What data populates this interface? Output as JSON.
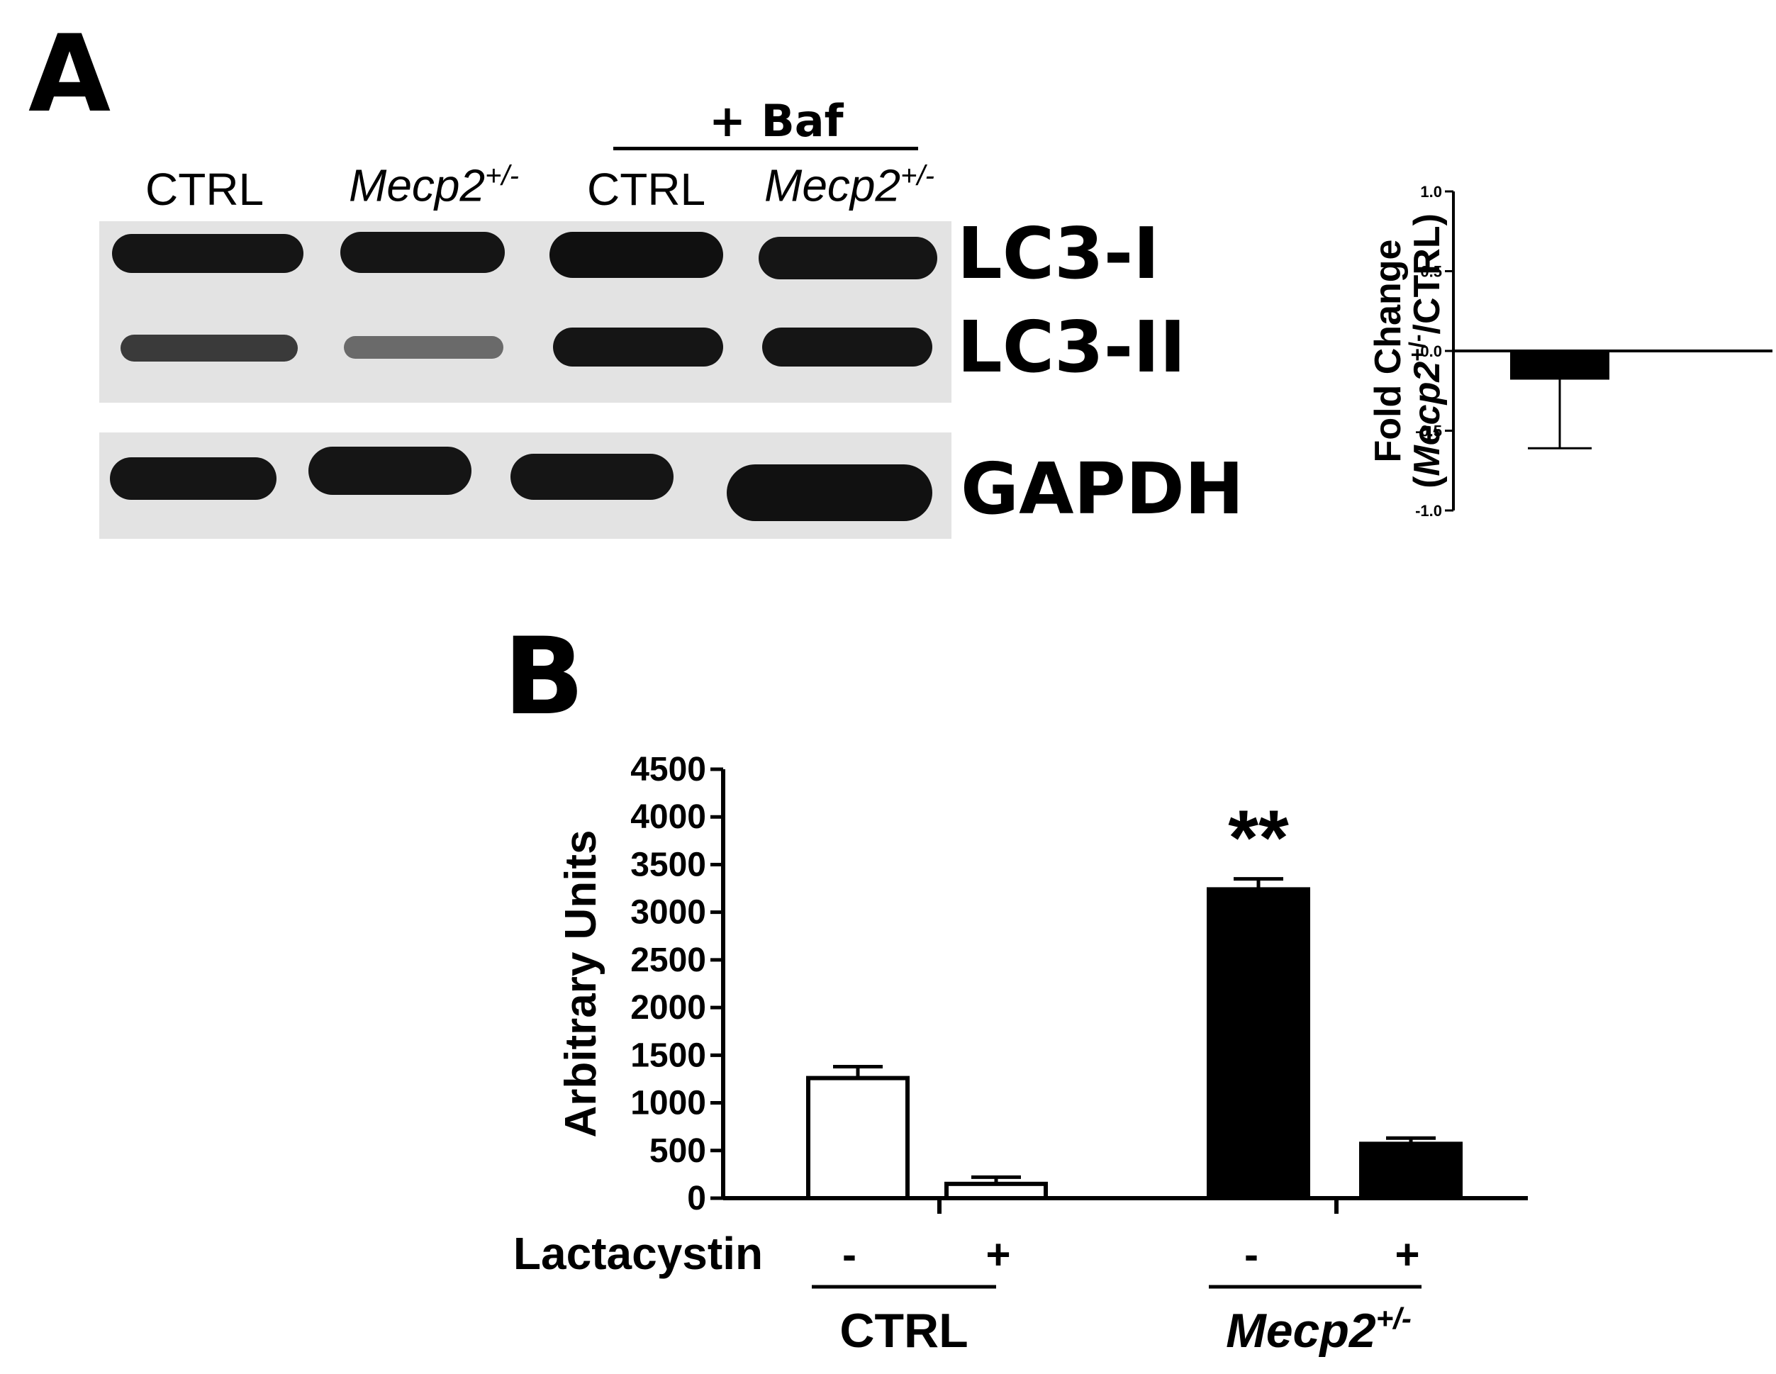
{
  "panel_a": {
    "letter": "A",
    "treatment_label": "+ Baf",
    "lanes": [
      {
        "name": "CTRL",
        "sup": "",
        "italic": false
      },
      {
        "name": "Mecp2",
        "sup": "+/-",
        "italic": true
      },
      {
        "name": "CTRL",
        "sup": "",
        "italic": false
      },
      {
        "name": "Mecp2",
        "sup": "+/-",
        "italic": true
      }
    ],
    "bands": [
      "LC3-I",
      "LC3-II",
      "GAPDH"
    ]
  },
  "panel_b": {
    "letter": "B"
  },
  "chart_data": [
    {
      "type": "bar",
      "panel": "A",
      "ylabel_line1": "Fold Change",
      "ylabel_line2_prefix": "(",
      "ylabel_line2_italic": "Mecp2",
      "ylabel_line2_sup": "+/-",
      "ylabel_line2_suffix": "/CTRL)",
      "ylim": [
        -1.0,
        1.0
      ],
      "yticks": [
        "1.0",
        "0.5",
        "0.0",
        "-0.5",
        "-1.0"
      ],
      "categories": [
        ""
      ],
      "values": [
        -0.18
      ],
      "errors": [
        0.43
      ],
      "bar_color": "#000000",
      "grid": false
    },
    {
      "type": "bar",
      "panel": "B",
      "ylabel": "Arbitrary Units",
      "ylim": [
        0,
        4500
      ],
      "yticks": [
        "0",
        "500",
        "1000",
        "1500",
        "2000",
        "2500",
        "3000",
        "3500",
        "4000",
        "4500"
      ],
      "x_row_label": "Lactacystin",
      "categories": [
        "-",
        "+",
        "-",
        "+"
      ],
      "groups": [
        {
          "name": "CTRL",
          "italic": false,
          "sup": ""
        },
        {
          "name": "Mecp2",
          "italic": true,
          "sup": "+/-"
        }
      ],
      "values": [
        1260,
        150,
        3240,
        570
      ],
      "errors": [
        120,
        70,
        110,
        60
      ],
      "bar_fills": [
        "#ffffff",
        "#ffffff",
        "#000000",
        "#000000"
      ],
      "annotations": [
        {
          "bar_index": 2,
          "text": "**"
        }
      ],
      "grid": false
    }
  ]
}
